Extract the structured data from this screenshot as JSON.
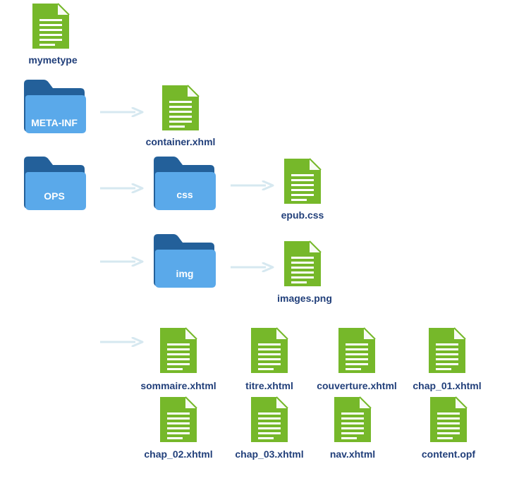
{
  "files": {
    "mymetype": "mymetype",
    "container": "container.xhml",
    "epub_css": "epub.css",
    "images_png": "images.png",
    "sommaire": "sommaire.xhtml",
    "titre": "titre.xhtml",
    "couverture": "couverture.xhtml",
    "chap_01": "chap_01.xhtml",
    "chap_02": "chap_02.xhtml",
    "chap_03": "chap_03.xhtml",
    "nav": "nav.xhtml",
    "content_opf": "content.opf"
  },
  "folders": {
    "meta_inf": "META-INF",
    "ops": "OPS",
    "css": "css",
    "img": "img"
  },
  "colors": {
    "file_green": "#76b82a",
    "folder_dark": "#23609a",
    "folder_light": "#5aa9ea",
    "label_navy": "#213f7a",
    "arrow": "#d6e8f0"
  }
}
